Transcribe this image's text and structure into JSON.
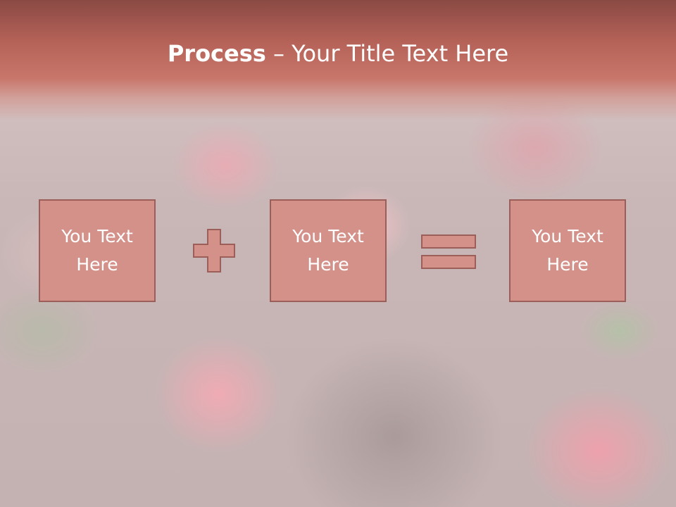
{
  "slide": {
    "title_bold": "Process",
    "title_dash": " – ",
    "title_rest": "Your Title Text Here",
    "boxes": [
      {
        "text": "You Text Here"
      },
      {
        "text": "You Text Here"
      },
      {
        "text": "You Text Here"
      }
    ],
    "operators": [
      "plus-icon",
      "equals-icon"
    ]
  },
  "colors": {
    "header": "#b56258",
    "box_fill": "#d4918a",
    "box_border": "#9b5e58",
    "text": "#ffffff"
  }
}
